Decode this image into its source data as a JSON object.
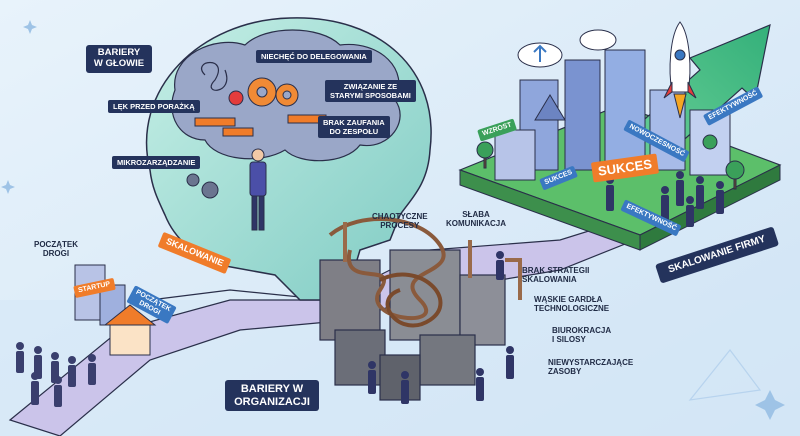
{
  "sections": {
    "head_title": "BARIERY\nW GŁOWIE",
    "org_title": "BARIERY W\nORGANIZACJI",
    "start_title": "POCZĄTEK\nDROGI",
    "scaling_title": "SKALOWANIE FIRMY"
  },
  "head_barriers": [
    "NIECHĘĆ DO DELEGOWANIA",
    "ZWIĄZANIE ZE\nSTARYMI SPOSOBAMI",
    "LĘK PRZED PORAŻKĄ",
    "BRAK ZAUFANIA\nDO ZESPOŁU",
    "MIKROZARZĄDZANIE"
  ],
  "org_barriers": [
    "CHAOTYCZNE\nPROCESY",
    "SŁABA\nKOMUNIKACJA",
    "BRAK STRATEGII\nSKALOWANIA",
    "WĄSKIE GARDŁA\nTECHNOLOGICZNE",
    "BIUROKRACJA\nI SILOSY",
    "NIEWYSTARCZAJĄCE\nZASOBY"
  ],
  "signs": {
    "skalowanie": "SKALOWANIE",
    "startup": "STARTUP",
    "poczatek_sign": "POCZĄTEK\nDROGI",
    "wzrost": "WZROST",
    "sukces_small": "SUKCES",
    "sukces_big": "SUKCES",
    "nowoczesnosc": "NOWOCZESNOŚĆ",
    "efektywnosc_top": "EFEKTYWNOŚĆ",
    "efektywnosc_bottom": "EFEKTYWNOŚĆ"
  },
  "colors": {
    "navy": "#24335c",
    "orange": "#f07c2a",
    "green": "#3aa05a",
    "blue": "#3a78c2",
    "teal_head": "#9fe0d4",
    "road": "#c9c3e8",
    "rust": "#8a5a3c"
  }
}
